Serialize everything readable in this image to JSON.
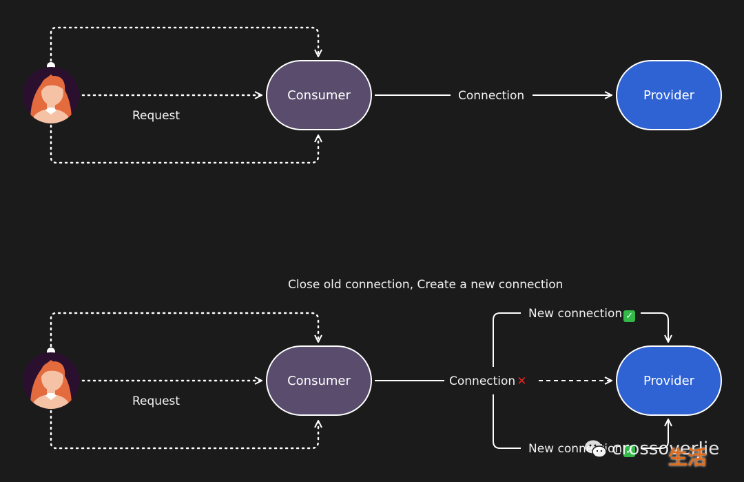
{
  "top": {
    "request_label": "Request",
    "consumer_label": "Consumer",
    "connection_label": "Connection",
    "provider_label": "Provider"
  },
  "bottom": {
    "caption": "Close old connection, Create a new connection",
    "request_label": "Request",
    "consumer_label": "Consumer",
    "connection_label": "Connection",
    "connection_mark": "✕",
    "new_connection_top": "New connection",
    "new_connection_bottom": "New connection",
    "check_mark": "✓",
    "provider_label": "Provider"
  },
  "watermark": {
    "text": "crossoverJie",
    "brand": "生活"
  },
  "colors": {
    "background": "#1b1b1b",
    "consumer_fill": "#594c6c",
    "provider_fill": "#2f63d3",
    "line": "#ffffff",
    "cross": "#e22424",
    "check": "#33b84a",
    "avatar_bg": "#2a0f2e",
    "hair": "#e36b3d",
    "skin": "#f6c2a6"
  }
}
